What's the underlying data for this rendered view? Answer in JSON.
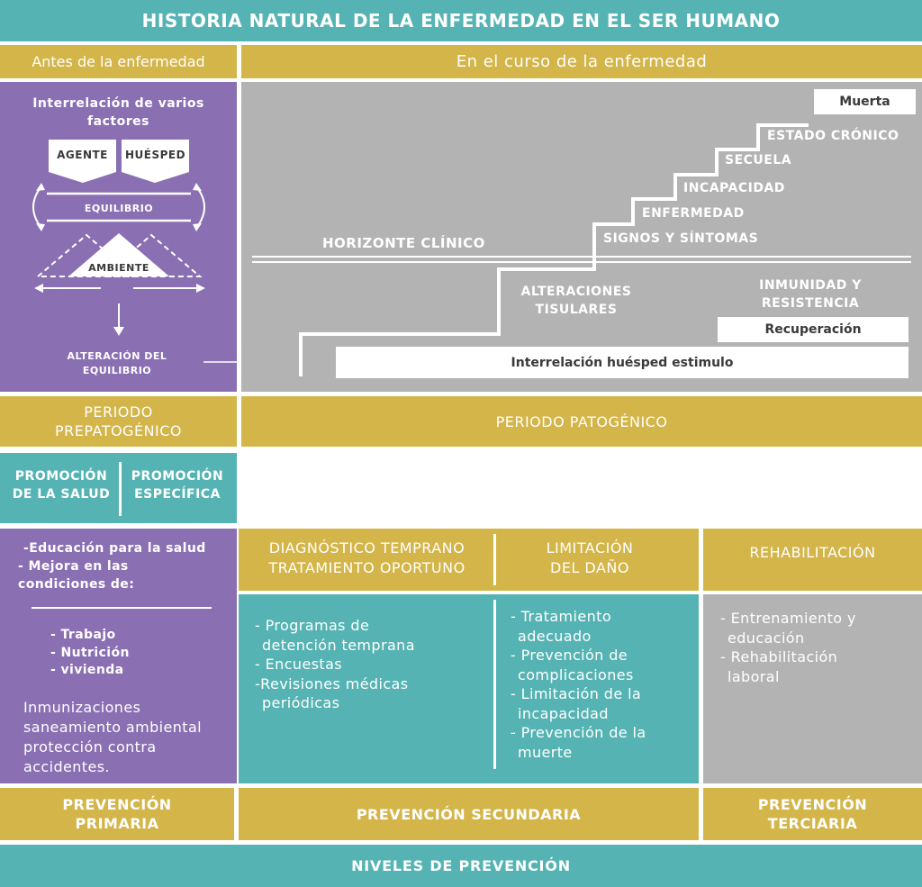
{
  "title": "HISTORIA NATURAL DE LA ENFERMEDAD EN EL SER HUMANO",
  "headers": {
    "before": "Antes de la enfermedad",
    "during": "En el curso de la enfermedad"
  },
  "prepatogenic_panel": {
    "heading": [
      "Interrelación de varios",
      "factores"
    ],
    "agent": "AGENTE",
    "host": "HUÉSPED",
    "balance": "EQUILIBRIO",
    "environment": "AMBIENTE",
    "alteration": [
      "ALTERACIÓN DEL",
      "EQUILIBRIO"
    ]
  },
  "pathogenic_panel": {
    "death": "Muerta",
    "stairs": [
      "ESTADO CRÓNICO",
      "SECUELA",
      "INCAPACIDAD",
      "ENFERMEDAD",
      "SIGNOS Y SÍNTOMAS"
    ],
    "clinical_horizon": "HORIZONTE CLÍNICO",
    "tissue_alterations": [
      "ALTERACIONES",
      "TISULARES"
    ],
    "immunity": [
      "INMUNIDAD Y",
      "RESISTENCIA"
    ],
    "recovery": "Recuperación",
    "interaction": "Interrelación huésped estimulo"
  },
  "periods": {
    "prepatogenic": [
      "PERIODO",
      "PREPATOGÉNICO"
    ],
    "patogenic": "PERIODO PATOGÉNICO"
  },
  "promotion": {
    "health": [
      "PROMOCIÓN",
      "DE LA SALUD"
    ],
    "specific": [
      "PROMOCIÓN",
      "ESPECÍFICA"
    ]
  },
  "primary": {
    "items": [
      "-Educación para la salud",
      "- Mejora en las",
      "condiciones de:"
    ],
    "subitems": [
      "- Trabajo",
      "- Nutrición",
      "- vivienda"
    ],
    "extra": [
      "Inmunizaciones",
      "saneamiento ambiental",
      "protección contra",
      "accidentes."
    ]
  },
  "secondary": {
    "diag_header": [
      "DIAGNÓSTICO TEMPRANO",
      "TRATAMIENTO OPORTUNO"
    ],
    "limit_header": [
      "LIMITACIÓN",
      "DEL DAÑO"
    ],
    "diag_items": [
      "- Programas de",
      "  detención temprana",
      "- Encuestas",
      "-Revisiones médicas",
      "  periódicas"
    ],
    "limit_items": [
      "- Tratamiento",
      "  adecuado",
      "- Prevención de",
      "  complicaciones",
      "- Limitación de la",
      "  incapacidad",
      "- Prevención de la",
      "  muerte"
    ]
  },
  "tertiary": {
    "header": "REHABILITACIÓN",
    "items": [
      "- Entrenamiento y",
      "  educación",
      "- Rehabilitación",
      "  laboral"
    ]
  },
  "levels": {
    "primary": [
      "PREVENCIÓN",
      "PRIMARIA"
    ],
    "secondary": "PREVENCIÓN SECUNDARIA",
    "tertiary": [
      "PREVENCIÓN",
      "TERCIARIA"
    ]
  },
  "footer": "NIVELES DE PREVENCIÓN",
  "colors": {
    "teal": "#56b3b3",
    "gold": "#d3b549",
    "purple": "#8a6fb3",
    "gray": "#b3b3b3"
  }
}
